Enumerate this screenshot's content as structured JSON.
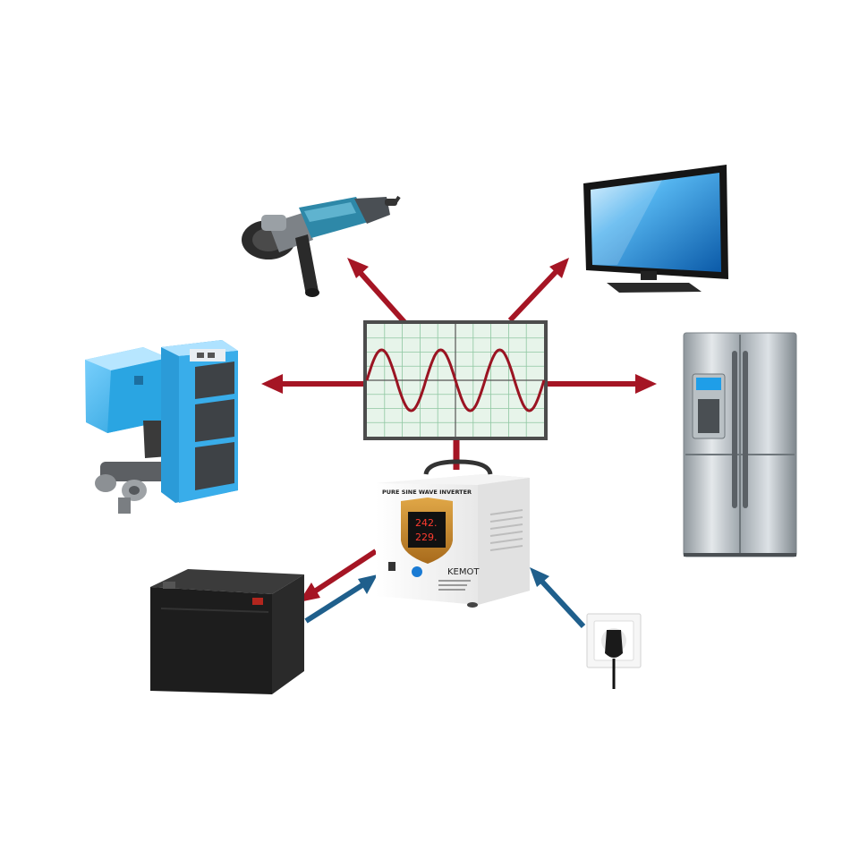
{
  "inverter": {
    "title": "PURE SINE WAVE INVERTER",
    "brand": "KEMOT",
    "reading_top": "242.",
    "reading_bottom": "229."
  },
  "colors": {
    "output_arrow": "#a51524",
    "input_arrow": "#1f5f8c",
    "scope_background": "#e7f4ea",
    "scope_grid": "#8fc7a2",
    "waveform": "#9a1422",
    "inverter_panel": "#c98a2c"
  },
  "icons": {
    "grinder": "angle-grinder-icon",
    "tv": "flat-tv-icon",
    "boiler": "pellet-boiler-icon",
    "fridge": "refrigerator-icon",
    "battery": "battery-icon",
    "socket": "wall-socket-icon",
    "scope": "sine-wave-oscilloscope-icon",
    "inverter": "inverter-icon"
  }
}
